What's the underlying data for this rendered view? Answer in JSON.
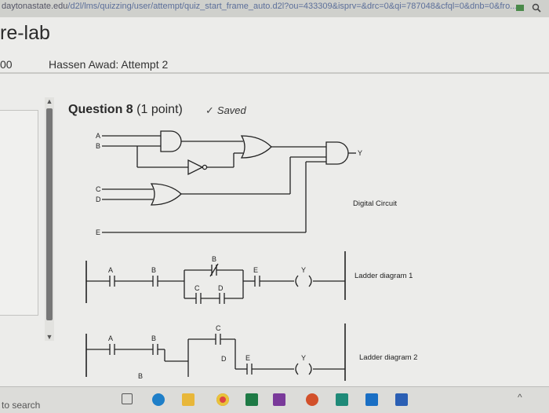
{
  "browser": {
    "url_prefix": "daytonastate.edu",
    "url_path": "/d2l/lms/quizzing/user/attempt/quiz_start_frame_auto.d2l?ou=433309&isprv=&drc=0&qi=787048&cfql=0&dnb=0&fro..."
  },
  "header": {
    "course_title": "re-lab",
    "score": "00",
    "attempt_label": "Hassen Awad: Attempt 2"
  },
  "question": {
    "title": "Question 8",
    "points": "(1 point)",
    "saved_label": "Saved"
  },
  "circuit": {
    "inputs": [
      "A",
      "B",
      "C",
      "D",
      "E"
    ],
    "output": "Y",
    "caption": "Digital Circuit"
  },
  "ladder1": {
    "caption": "Ladder diagram 1",
    "labels": {
      "a": "A",
      "b1": "B",
      "b2": "B",
      "c": "C",
      "d": "D",
      "e": "E",
      "y": "Y"
    }
  },
  "ladder2": {
    "caption": "Ladder diagram 2",
    "labels": {
      "a": "A",
      "b1": "B",
      "b2": "B",
      "c": "C",
      "d": "D",
      "e": "E",
      "y": "Y"
    }
  },
  "taskbar": {
    "search_text": "to search",
    "icons": [
      "task-view-icon",
      "edge-icon",
      "files-icon",
      "chrome-icon",
      "excel-icon",
      "onenote-icon",
      "powerpoint-icon",
      "publisher-icon",
      "outlook-icon",
      "word-icon"
    ]
  }
}
